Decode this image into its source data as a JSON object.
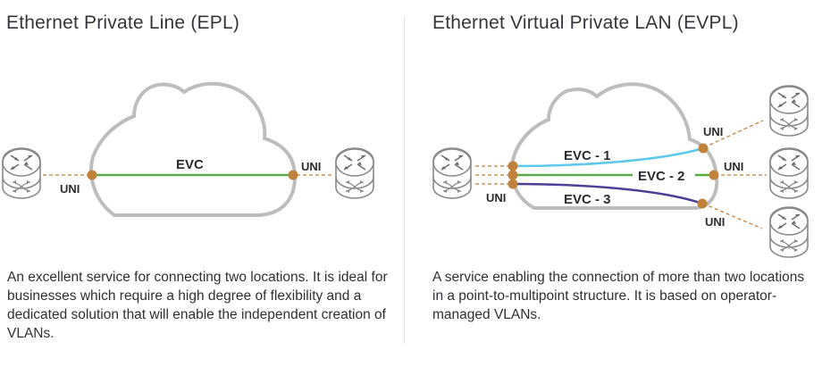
{
  "epl": {
    "title": "Ethernet Private Line (EPL)",
    "evc_label": "EVC",
    "uni_left_label": "UNI",
    "uni_right_label": "UNI",
    "description": "An excellent service for connecting two locations. It is ideal for businesses which require a high degree of flexibility and a dedicated solution that will enable the independent creation of VLANs."
  },
  "evpl": {
    "title": "Ethernet Virtual Private LAN (EVPL)",
    "uni_left_label": "UNI",
    "uni_top_label": "UNI",
    "uni_mid_label": "UNI",
    "uni_bottom_label": "UNI",
    "evcs": [
      {
        "label": "EVC - 1",
        "color": "#5bc8ec"
      },
      {
        "label": "EVC - 2",
        "color": "#5aab47"
      },
      {
        "label": "EVC - 3",
        "color": "#4b3f96"
      }
    ],
    "description": "A service enabling the connection of more than two locations in a point-to-multipoint structure. It is based on operator-managed VLANs."
  },
  "colors": {
    "cloud_stroke": "#bdbdbd",
    "uni_node": "#c0813b",
    "uni_dash": "#c0813b",
    "router_stroke": "#8a8a8a",
    "evc_line": "#5aab47"
  }
}
